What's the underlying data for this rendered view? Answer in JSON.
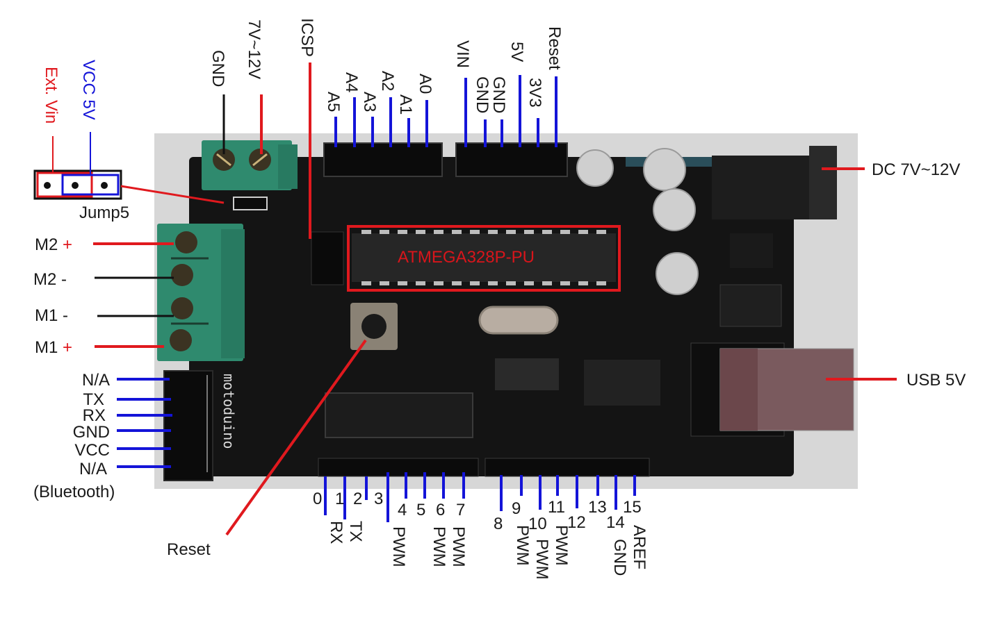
{
  "colors": {
    "power_red": "#e0191e",
    "signal_blue": "#1414d8",
    "ground_black": "#111111",
    "pcb": "#141414",
    "terminal_green": "#2f8a6e",
    "backdrop_gray": "#d7d7d7"
  },
  "board": {
    "brand_silkscreen": "motoduino",
    "mcu_label": "ATMEGA328P-PU"
  },
  "jumper": {
    "name": "Jump5",
    "ext_vin_label": "Ext. Vin",
    "vcc_label": "VCC  5V"
  },
  "power_terminal": {
    "gnd_label": "GND",
    "vin_label": "7V~12V"
  },
  "icsp_label": "ICSP",
  "analog_header": [
    "A5",
    "A4",
    "A3",
    "A2",
    "A1",
    "A0"
  ],
  "power_header": [
    "VIN",
    "GND",
    "GND",
    "5V",
    "3V3",
    "Reset"
  ],
  "dc_jack_label": "DC 7V~12V",
  "usb_label": "USB  5V",
  "reset_button_label": "Reset",
  "motor_terminals": [
    {
      "name": "M2",
      "sign": "+"
    },
    {
      "name": "M2",
      "sign": "-"
    },
    {
      "name": "M1",
      "sign": "-"
    },
    {
      "name": "M1",
      "sign": "+"
    }
  ],
  "bluetooth_header": {
    "pins": [
      "N/A",
      "TX",
      "RX",
      "GND",
      "VCC",
      "N/A"
    ],
    "caption": "(Bluetooth)"
  },
  "digital_header_left": [
    {
      "num": "0",
      "func": "RX"
    },
    {
      "num": "1",
      "func": "TX"
    },
    {
      "num": "2",
      "func": ""
    },
    {
      "num": "3",
      "func": "PWM"
    },
    {
      "num": "4",
      "func": ""
    },
    {
      "num": "5",
      "func": "PWM"
    },
    {
      "num": "6",
      "func": "PWM"
    },
    {
      "num": "7",
      "func": ""
    }
  ],
  "digital_header_right": [
    {
      "num": "8",
      "func": ""
    },
    {
      "num": "9",
      "func": "PWM"
    },
    {
      "num": "10",
      "func": "PWM"
    },
    {
      "num": "11",
      "func": "PWM"
    },
    {
      "num": "12",
      "func": ""
    },
    {
      "num": "13",
      "func": ""
    },
    {
      "num": "14",
      "func": "GND"
    },
    {
      "num": "15",
      "func": "AREF"
    }
  ]
}
